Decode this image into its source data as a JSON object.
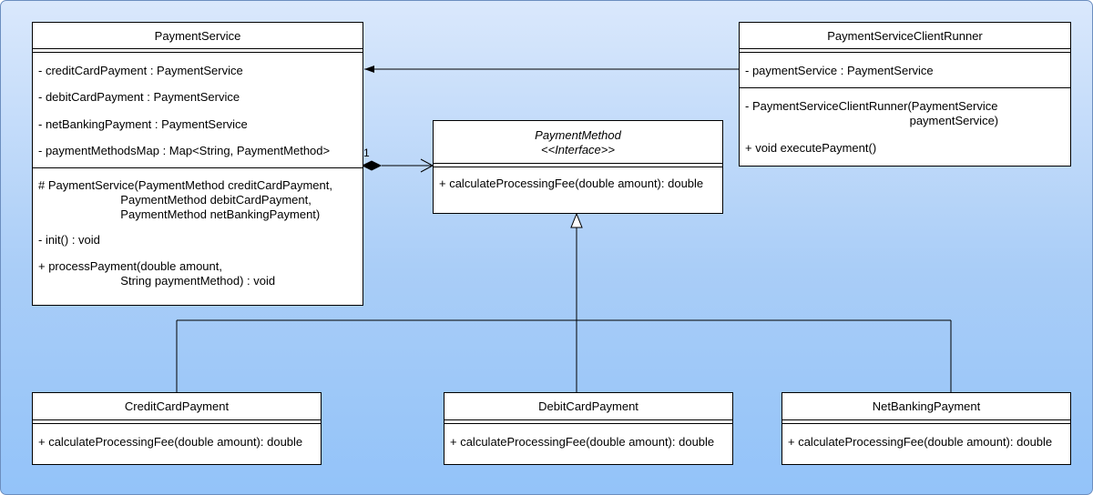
{
  "classes": {
    "payment_service": {
      "name": "PaymentService",
      "attributes": [
        "- creditCardPayment : PaymentService",
        "- debitCardPayment : PaymentService",
        "- netBankingPayment : PaymentService",
        "- paymentMethodsMap : Map<String, PaymentMethod>"
      ],
      "methods": [
        "# PaymentService(PaymentMethod creditCardPayment,\n                         PaymentMethod debitCardPayment,\n                         PaymentMethod netBankingPayment)",
        "- init() : void",
        "+ processPayment(double amount,\n                         String paymentMethod) : void"
      ]
    },
    "client_runner": {
      "name": "PaymentServiceClientRunner",
      "attributes": [
        "- paymentService : PaymentService"
      ],
      "methods": [
        "- PaymentServiceClientRunner(PaymentService\n                                                  paymentService)",
        "+ void executePayment()"
      ]
    },
    "payment_method": {
      "name": "PaymentMethod",
      "stereotype": "<<Interface>>",
      "methods": [
        "+ calculateProcessingFee(double amount): double"
      ]
    },
    "credit_card": {
      "name": "CreditCardPayment",
      "methods": [
        "+ calculateProcessingFee(double amount): double"
      ]
    },
    "debit_card": {
      "name": "DebitCardPayment",
      "methods": [
        "+ calculateProcessingFee(double amount): double"
      ]
    },
    "net_banking": {
      "name": "NetBankingPayment",
      "methods": [
        "+ calculateProcessingFee(double amount): double"
      ]
    }
  },
  "relations": {
    "composition_multiplicity": "1"
  },
  "colors": {
    "frame_border": "#6c8ebf",
    "gradient_top": "#dae8fc",
    "gradient_bottom": "#93c3f9",
    "box_fill": "#ffffff",
    "line": "#000000"
  }
}
